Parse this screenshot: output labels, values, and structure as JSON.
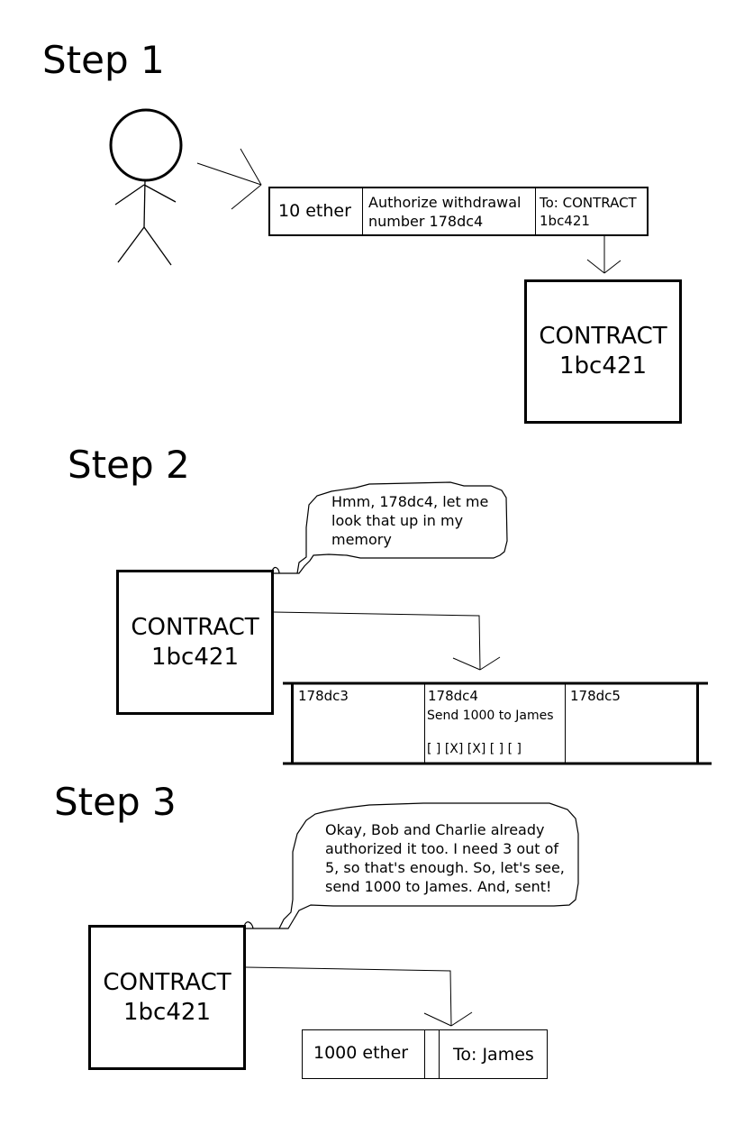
{
  "step1": {
    "title": "Step 1",
    "transaction": {
      "amount": "10 ether",
      "action_line1": "Authorize withdrawal",
      "action_line2": "number 178dc4",
      "to_line1": "To: CONTRACT",
      "to_line2": "1bc421"
    },
    "contract": {
      "line1": "CONTRACT",
      "line2": "1bc421"
    }
  },
  "step2": {
    "title": "Step 2",
    "bubble": {
      "line1": "Hmm, 178dc4, let me",
      "line2": "look that up in my",
      "line3": "memory"
    },
    "contract": {
      "line1": "CONTRACT",
      "line2": "1bc421"
    },
    "memory": [
      {
        "id": "178dc3",
        "text": "",
        "checks": ""
      },
      {
        "id": "178dc4",
        "text": "Send 1000 to James",
        "checks": "[ ] [X] [X] [ ] [ ]"
      },
      {
        "id": "178dc5",
        "text": "",
        "checks": ""
      }
    ]
  },
  "step3": {
    "title": "Step 3",
    "bubble": {
      "line1": "Okay, Bob and Charlie already",
      "line2": "authorized it too. I need 3 out of",
      "line3": "5, so that's enough. So, let's see,",
      "line4": "send 1000 to James. And, sent!"
    },
    "contract": {
      "line1": "CONTRACT",
      "line2": "1bc421"
    },
    "transaction": {
      "amount": "1000 ether",
      "to": "To: James"
    }
  }
}
